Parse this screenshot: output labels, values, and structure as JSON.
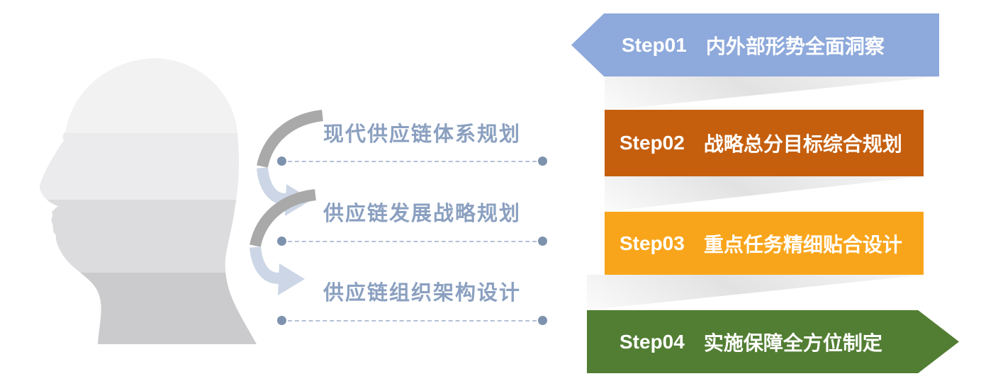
{
  "head_icon": {
    "name": "profile-head-silhouette",
    "bands": [
      "#f2f2f3",
      "#ebebed",
      "#dcdcde",
      "#cbcbcd"
    ]
  },
  "arrows": {
    "dark_color": "#a9a9a9",
    "light_color": "#ccd6e6"
  },
  "side_labels": {
    "text_color": "#8ba0c0",
    "dot_color": "#7e92ae",
    "items": [
      {
        "text": "现代供应链体系规划"
      },
      {
        "text": "供应链发展战略规划"
      },
      {
        "text": "供应链组织架构设计"
      }
    ]
  },
  "steps": [
    {
      "label": "Step01",
      "title": "内外部形势全面洞察",
      "color": "#8ea9db",
      "shape": "arrow-left"
    },
    {
      "label": "Step02",
      "title": "战略总分目标综合规划",
      "color": "#c55f0e",
      "shape": "rect"
    },
    {
      "label": "Step03",
      "title": "重点任务精细贴合设计",
      "color": "#f9a51b",
      "shape": "rect"
    },
    {
      "label": "Step04",
      "title": "实施保障全方位制定",
      "color": "#527e33",
      "shape": "arrow-right"
    }
  ]
}
